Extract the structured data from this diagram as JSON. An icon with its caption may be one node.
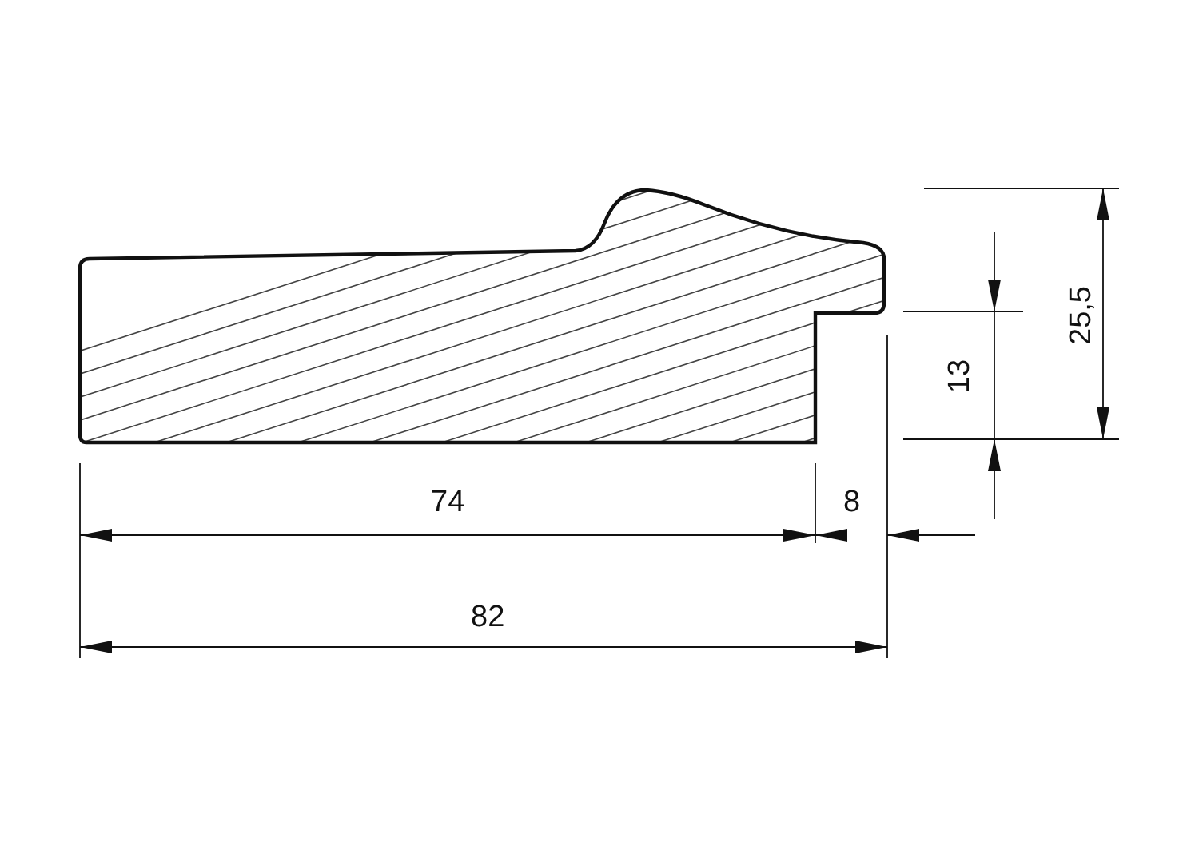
{
  "diagram": {
    "labels": [
      "74",
      "8",
      "82",
      "13",
      "25,5"
    ]
  }
}
